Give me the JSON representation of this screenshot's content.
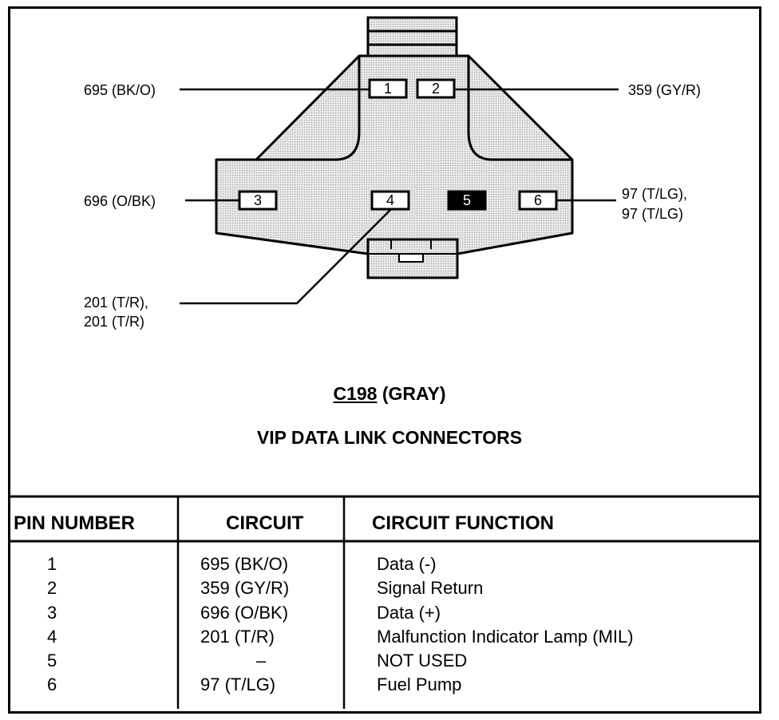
{
  "diagram": {
    "pins": [
      "1",
      "2",
      "3",
      "4",
      "5",
      "6"
    ],
    "labels": {
      "pin1": "695 (BK/O)",
      "pin2": "359 (GY/R)",
      "pin3": "696 (O/BK)",
      "pin6_line1": "97 (T/LG),",
      "pin6_line2": "97 (T/LG)",
      "pin4_line1": "201 (T/R),",
      "pin4_line2": "201 (T/R)"
    },
    "connector_id": "C198",
    "connector_color": "(GRAY)",
    "title": "VIP DATA LINK CONNECTORS",
    "colors": {
      "shading": "#d9d9d9",
      "line": "#000000",
      "filled_pin": "#000000"
    }
  },
  "table": {
    "headers": {
      "pin": "PIN NUMBER",
      "circuit": "CIRCUIT",
      "function": "CIRCUIT FUNCTION"
    },
    "rows": [
      {
        "pin": "1",
        "circuit": "695 (BK/O)",
        "function": "Data (-)"
      },
      {
        "pin": "2",
        "circuit": "359 (GY/R)",
        "function": "Signal Return"
      },
      {
        "pin": "3",
        "circuit": "696 (O/BK)",
        "function": "Data (+)"
      },
      {
        "pin": "4",
        "circuit": "201 (T/R)",
        "function": "Malfunction Indicator Lamp (MIL)"
      },
      {
        "pin": "5",
        "circuit": "–",
        "function": "NOT USED"
      },
      {
        "pin": "6",
        "circuit": "97 (T/LG)",
        "function": "Fuel Pump"
      }
    ]
  }
}
